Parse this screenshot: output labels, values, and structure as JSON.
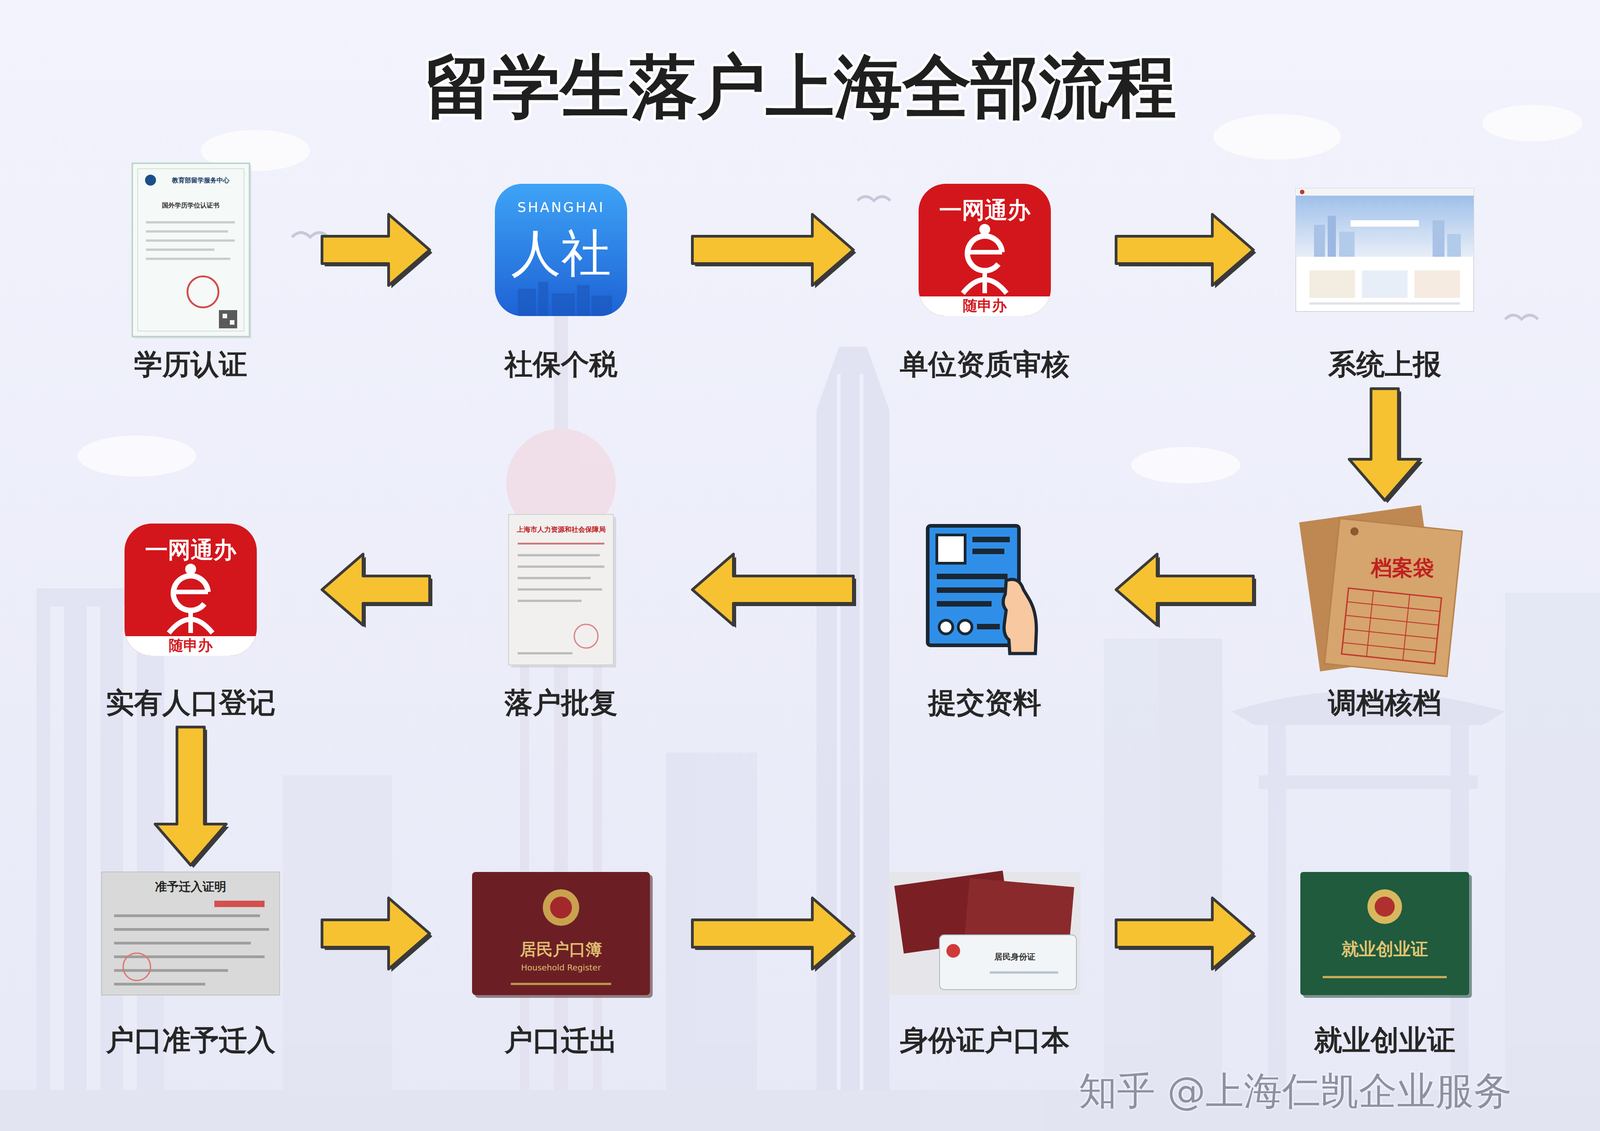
{
  "diagram": {
    "title": "留学生落户上海全部流程",
    "nodes": [
      {
        "text": [
          "学历认证"
        ]
      },
      {
        "text": [
          "社保个税"
        ]
      },
      {
        "text": [
          "单位资质审核"
        ]
      },
      {
        "text": [
          "系统上报"
        ]
      },
      {
        "text": [
          "调档核档"
        ]
      },
      {
        "text": [
          "提交资料"
        ]
      },
      {
        "text": [
          "落户批复"
        ]
      },
      {
        "text": [
          "实有人口登记"
        ]
      },
      {
        "text": [
          "户口准予迁入"
        ]
      },
      {
        "text": [
          "户口迁出"
        ]
      },
      {
        "text": [
          "身份证户口本"
        ]
      },
      {
        "text": [
          "就业创业证"
        ]
      }
    ],
    "edges": [
      {
        "from": 0,
        "to": 1,
        "arrow": "to"
      },
      {
        "from": 1,
        "to": 2,
        "arrow": "to"
      },
      {
        "from": 2,
        "to": 3,
        "arrow": "to"
      },
      {
        "from": 3,
        "to": 4,
        "arrow": "to"
      },
      {
        "from": 4,
        "to": 5,
        "arrow": "to"
      },
      {
        "from": 5,
        "to": 6,
        "arrow": "to"
      },
      {
        "from": 6,
        "to": 7,
        "arrow": "to"
      },
      {
        "from": 7,
        "to": 8,
        "arrow": "to"
      },
      {
        "from": 8,
        "to": 9,
        "arrow": "to"
      },
      {
        "from": 9,
        "to": 10,
        "arrow": "to"
      },
      {
        "from": 10,
        "to": 11,
        "arrow": "to"
      }
    ],
    "labels": [
      "教育部留学服务中心",
      "国外学历学位认证书",
      "SHANGHAI",
      "人社",
      "一网通办",
      "随申办",
      "档案袋",
      "上海市人力资源和社会保障局",
      "一网通办",
      "随申办",
      "准予迁入证明",
      "居民户口簿",
      "Household Register",
      "居民身份证",
      "就业创业证",
      "知乎 @上海仁凯企业服务"
    ]
  }
}
